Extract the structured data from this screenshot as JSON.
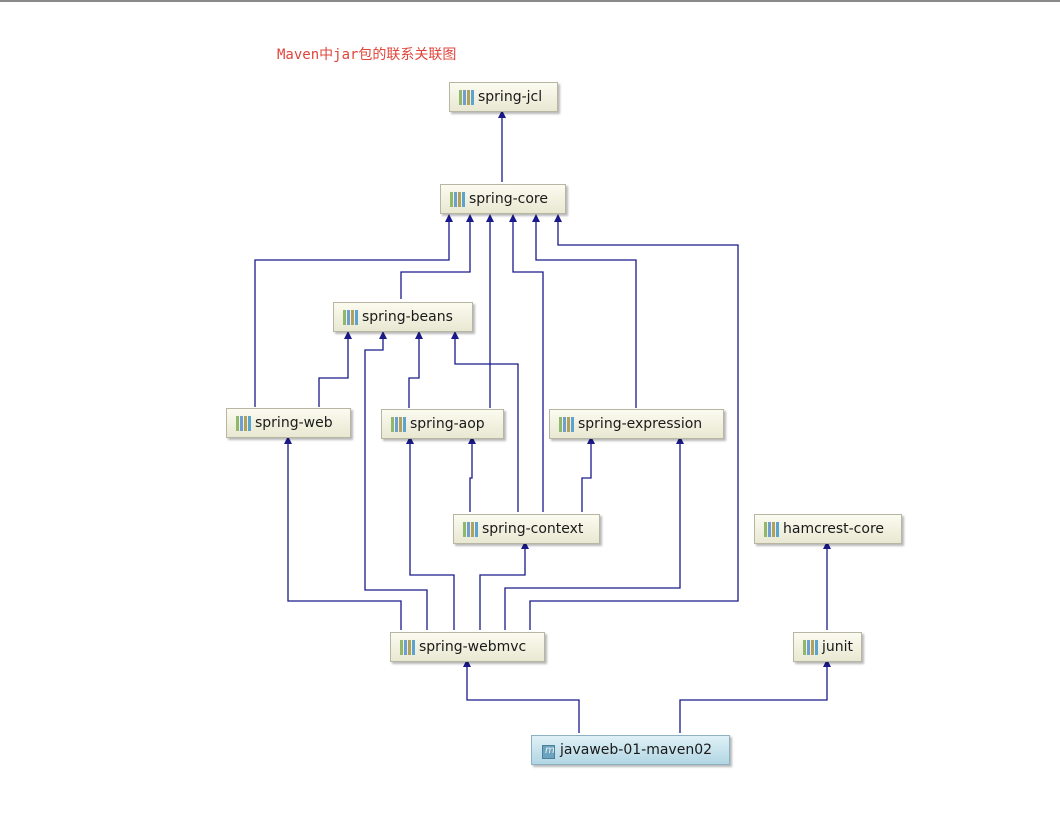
{
  "title": "Maven中jar包的联系关联图",
  "colors": {
    "title": "#e0453a",
    "edge": "#1a1a8c",
    "node_fill": "#efeedb",
    "root_fill": "#c3e1ec"
  },
  "nodes": {
    "spring_jcl": "spring-jcl",
    "spring_core": "spring-core",
    "spring_beans": "spring-beans",
    "spring_web": "spring-web",
    "spring_aop": "spring-aop",
    "spring_expression": "spring-expression",
    "spring_context": "spring-context",
    "hamcrest_core": "hamcrest-core",
    "spring_webmvc": "spring-webmvc",
    "junit": "junit",
    "javaweb_01_maven02": "javaweb-01-maven02"
  },
  "dependencies": [
    [
      "spring-core",
      "spring-jcl"
    ],
    [
      "spring-beans",
      "spring-core"
    ],
    [
      "spring-web",
      "spring-core"
    ],
    [
      "spring-web",
      "spring-beans"
    ],
    [
      "spring-aop",
      "spring-core"
    ],
    [
      "spring-aop",
      "spring-beans"
    ],
    [
      "spring-expression",
      "spring-core"
    ],
    [
      "spring-context",
      "spring-core"
    ],
    [
      "spring-context",
      "spring-beans"
    ],
    [
      "spring-context",
      "spring-aop"
    ],
    [
      "spring-context",
      "spring-expression"
    ],
    [
      "spring-webmvc",
      "spring-web"
    ],
    [
      "spring-webmvc",
      "spring-beans"
    ],
    [
      "spring-webmvc",
      "spring-aop"
    ],
    [
      "spring-webmvc",
      "spring-context"
    ],
    [
      "spring-webmvc",
      "spring-expression"
    ],
    [
      "spring-webmvc",
      "spring-core"
    ],
    [
      "junit",
      "hamcrest-core"
    ],
    [
      "javaweb-01-maven02",
      "spring-webmvc"
    ],
    [
      "javaweb-01-maven02",
      "junit"
    ]
  ]
}
